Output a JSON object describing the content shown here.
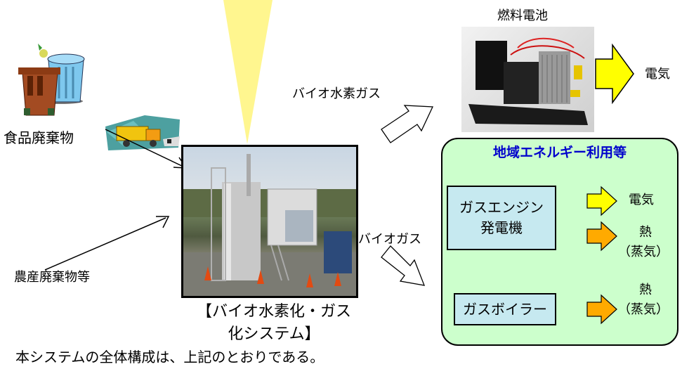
{
  "labels": {
    "fuel_cell": "燃料電池",
    "electricity_top": "電気",
    "bio_hydrogen_gas": "バイオ水素ガス",
    "food_waste": "食品廃棄物",
    "agri_waste": "農産廃棄物等",
    "biogas": "バイオガス",
    "system_line1": "【バイオ水素化・ガス",
    "system_line2": "化システム】",
    "caption": "本システムの全体構成は、上記のとおりである。"
  },
  "region": {
    "title": "地域エネルギー利用等",
    "gas_engine_line1": "ガスエンジン",
    "gas_engine_line2": "発電機",
    "gas_boiler": "ガスボイラー",
    "out_electricity": "電気",
    "out_heat1": "熱",
    "out_heat1_sub": "（蒸気）",
    "out_heat2": "熱",
    "out_heat2_sub": "（蒸気）"
  },
  "colors": {
    "region_bg": "#ccffcc",
    "region_title": "#0000cc",
    "equipment_bg": "#c6e9f0",
    "arrow_yellow": "#ffff00",
    "arrow_orange": "#ffaa00",
    "beam": "#fff68f",
    "arrow_outline_fill": "#ffffff"
  }
}
